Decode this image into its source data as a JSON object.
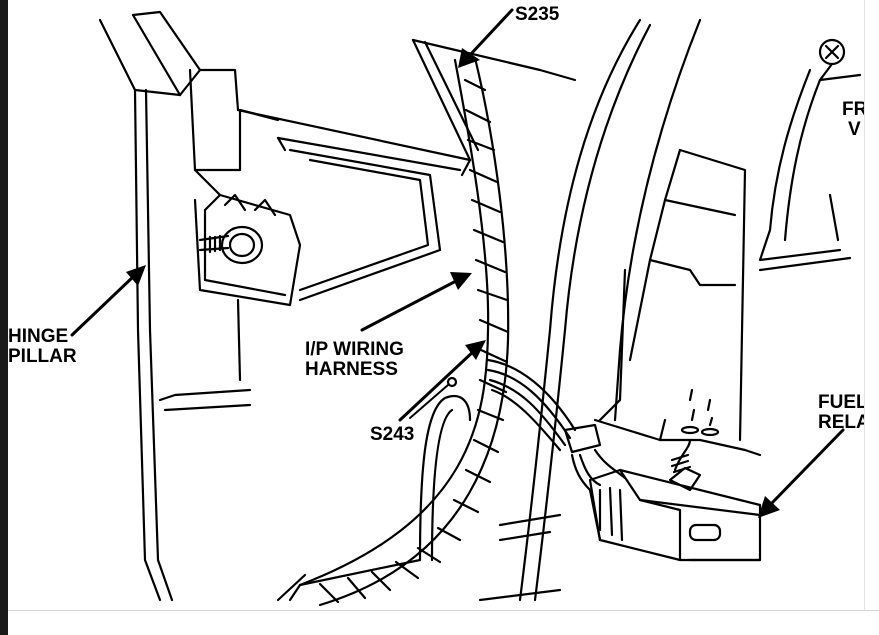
{
  "labels": {
    "hinge_pillar": [
      "HINGE",
      "PILLAR"
    ],
    "s235": "S235",
    "ip_wiring_harness": [
      "I/P WIRING",
      "HARNESS"
    ],
    "s243": "S243",
    "fuel_relay": [
      "FUEL",
      "RELA"
    ],
    "front_partial": [
      "FR",
      "V"
    ]
  },
  "colors": {
    "ink": "#000000",
    "background": "#ffffff",
    "left_bar": "#1a1a1a"
  },
  "icons": {
    "corner_marker": "circle-x-icon"
  }
}
